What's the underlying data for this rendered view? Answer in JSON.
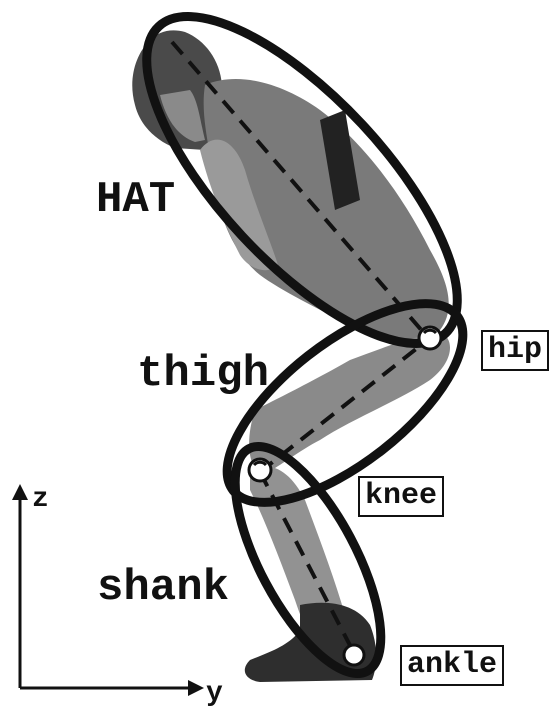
{
  "segments": {
    "hat": "HAT",
    "thigh": "thigh",
    "shank": "shank"
  },
  "joints": {
    "hip": "hip",
    "knee": "knee",
    "ankle": "ankle"
  },
  "axes": {
    "z": "z",
    "y": "y"
  }
}
